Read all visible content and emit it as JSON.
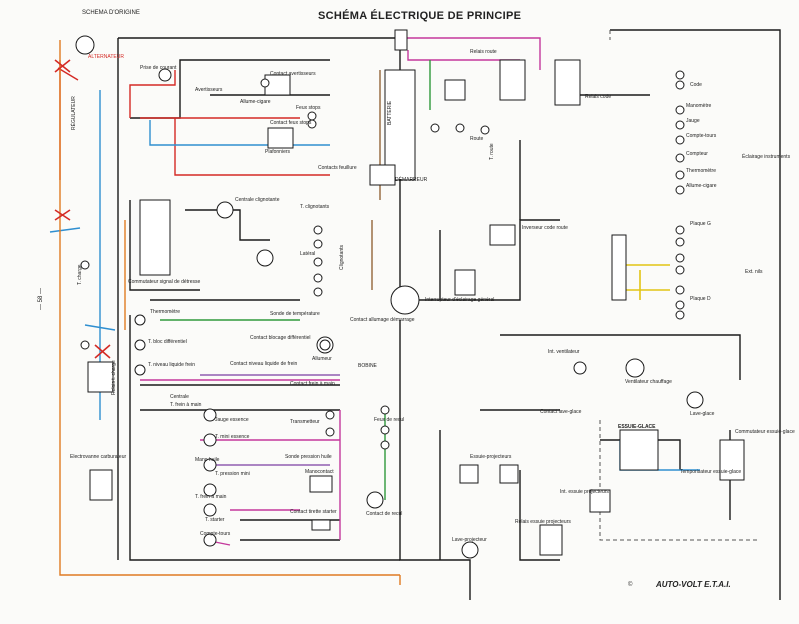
{
  "header": {
    "origin": "SCHEMA D'ORIGINE",
    "title": "SCHÉMA ÉLECTRIQUE DE PRINCIPE",
    "page_number": "— 58 —",
    "brand": "AUTO-VOLT E.T.A.I.",
    "copyright": "©"
  },
  "colors": {
    "red": "#d42a25",
    "blue": "#2f8fd0",
    "magenta": "#c4379c",
    "green": "#2f9a3c",
    "orange": "#e07b22",
    "yellow": "#e2c414",
    "brown": "#8a5a2b",
    "purple": "#7b3fa3",
    "black": "#1a1a1a",
    "grey": "#777777"
  },
  "labels": {
    "alternateur": "ALTERNATEUR",
    "regulateur": "RÉGULATEUR",
    "prise_courant": "Prise de courant",
    "avertisseurs": "Avertisseurs",
    "contact_avertisseurs": "Contact avertisseurs",
    "allume_cigare": "Allume-cigare",
    "feux_stops": "Feux stops",
    "contact_feux_stops": "Contact feux stops",
    "plafonniers": "Plafonniers",
    "contacts_feuillure": "Contacts feuillure",
    "batterie": "BATTERIE",
    "demarreur": "DÉMARREUR",
    "relais_route": "Relais route",
    "relais_code": "Relais code",
    "code": "Code",
    "route": "Route",
    "t_route": "T. route",
    "manometre": "Manomètre",
    "jauge": "Jauge",
    "compte_tours": "Compte-tours",
    "compteur": "Compteur",
    "thermometre": "Thermomètre",
    "allume_cigare_2": "Allume-cigare",
    "eclairage_instruments": "Éclairage instruments",
    "centrale_clignotante": "Centrale clignotante",
    "t_clignotants": "T. clignotants",
    "commodo": "Commutateur signal de détresse",
    "lateral": "Latéral",
    "clignotants": "Clignotants",
    "inverseur": "Inverseur code route",
    "interrupteur": "Interrupteur d'éclairage général",
    "plaque_g": "Plaque G",
    "plaque_d": "Plaque D",
    "ext_nils": "Ext. nils",
    "thermometre_2": "Thermomètre",
    "sonde_temperature": "Sonde de température",
    "t_bloc_diff": "T. bloc différentiel",
    "contact_blocage": "Contact blocage différentiel",
    "allumeur": "Allumeur",
    "t_niveau": "T. niveau liquide frein",
    "contact_niveau": "Contact niveau liquide de frein",
    "contact_frein": "Contact frein à main",
    "bobine": "BOBINE",
    "contact_allumage": "Contact allumage démarrage",
    "centrale": "Centrale",
    "t_frein": "T. frein à main",
    "jauge_essence": "Jauge essence",
    "t_mini_essence": "T. mini essence",
    "transmetteur": "Transmetteur",
    "mano_huile": "Mano huile",
    "t_pression": "T. pression mini",
    "sonde_pression": "Sonde pression huile",
    "manocontact": "Manocontact",
    "t_frein_main": "T. frein à main",
    "t_starter": "T. starter",
    "contact_tirette": "Contact tirette starter",
    "compte_tours_2": "Compte-tours",
    "feux_recul": "Feux de recul",
    "contact_recul": "Contact de recul",
    "electrovanne": "Electrovanne carburateur",
    "t_charge": "T. charge",
    "relais_charge": "Relais t. charge",
    "int_ventilateur": "Int. ventilateur",
    "ventilateur": "Ventilateur chauffage",
    "contact_lave_glace": "Contact lave-glace",
    "lave_glace": "Lave-glace",
    "essuie_glace": "ESSUIE-GLACE",
    "commutateur_essuie": "Commutateur essuie-glace",
    "temporisateur": "Temporisateur essuie-glace",
    "essuie_projecteurs": "Essuie-projecteurs",
    "int_essuie_proj": "Int. essuie projecteurs",
    "relais_essuie_proj": "Relais essuie projecteurs",
    "lave_projecteur": "Lave-projecteur"
  }
}
